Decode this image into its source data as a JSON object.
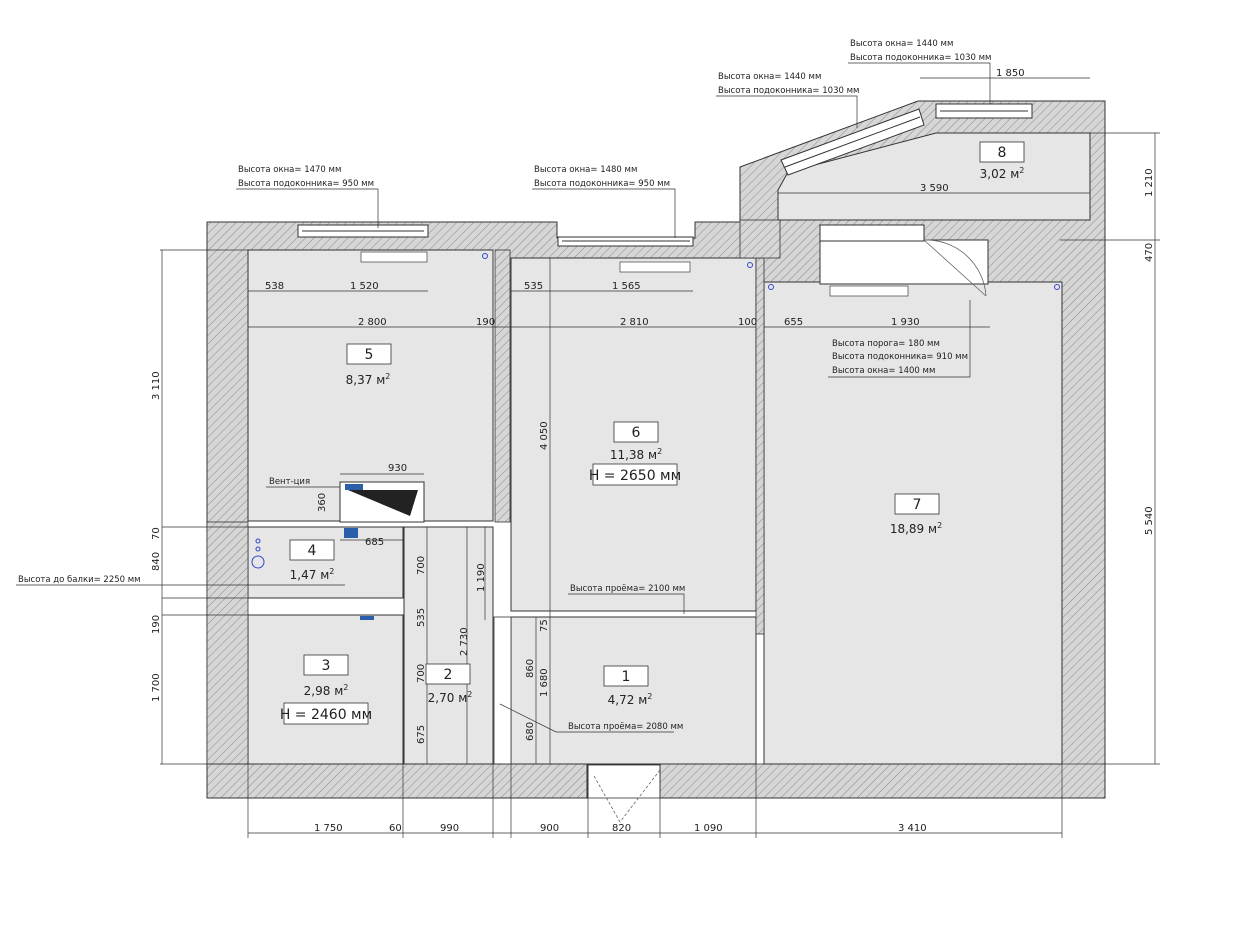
{
  "rooms": [
    {
      "num": "1",
      "area": "4,72",
      "height": ""
    },
    {
      "num": "2",
      "area": "2,70",
      "height": ""
    },
    {
      "num": "3",
      "area": "2,98",
      "height": "H = 2460 мм"
    },
    {
      "num": "4",
      "area": "1,47",
      "height": ""
    },
    {
      "num": "5",
      "area": "8,37",
      "height": ""
    },
    {
      "num": "6",
      "area": "11,38",
      "height": "H = 2650 мм"
    },
    {
      "num": "7",
      "area": "18,89",
      "height": ""
    },
    {
      "num": "8",
      "area": "3,02",
      "height": ""
    }
  ],
  "area_unit": "м",
  "area_exp": "2",
  "dims": {
    "d538": "538",
    "d1520": "1 520",
    "d535": "535",
    "d1565": "1 565",
    "d2800": "2 800",
    "d190a": "190",
    "d2810": "2 810",
    "d100": "100",
    "d655": "655",
    "d1930": "1 930",
    "d1850": "1 850",
    "d3590": "3 590",
    "d1210": "1 210",
    "d470": "470",
    "d5540": "5 540",
    "d3110": "3 110",
    "d4050": "4 050",
    "d930": "930",
    "d360": "360",
    "d70": "70",
    "d840": "840",
    "d685": "685",
    "d700a": "700",
    "d190b": "190",
    "d1190": "1 190",
    "d535b": "535",
    "d2730": "2 730",
    "d700b": "700",
    "d675": "675",
    "d1700": "1 700",
    "d75": "75",
    "d860": "860",
    "d1680": "1 680",
    "d680": "680",
    "d1750": "1 750",
    "d60": "60",
    "d990": "990",
    "d900": "900",
    "d820": "820",
    "d1090": "1 090",
    "d3410": "3 410"
  },
  "notes": {
    "w5a": "Высота окна= 1470 мм",
    "w5b": "Высота подоконника= 950 мм",
    "w6a": "Высота окна= 1480 мм",
    "w6b": "Высота подоконника= 950 мм",
    "w8a": "Высота окна= 1440 мм",
    "w8b": "Высота подоконника= 1030 мм",
    "w8ca": "Высота окна= 1440 мм",
    "w8cb": "Высота подоконника= 1030 мм",
    "w7a": "Высота порога= 180 мм",
    "w7b": "Высота подоконника= 910 мм",
    "w7c": "Высота окна= 1400 мм",
    "vent": "Вент-ция",
    "beam": "Высота до балки= 2250 мм",
    "open1": "Высота проёма= 2100 мм",
    "open2": "Высота проёма= 2080 мм"
  }
}
